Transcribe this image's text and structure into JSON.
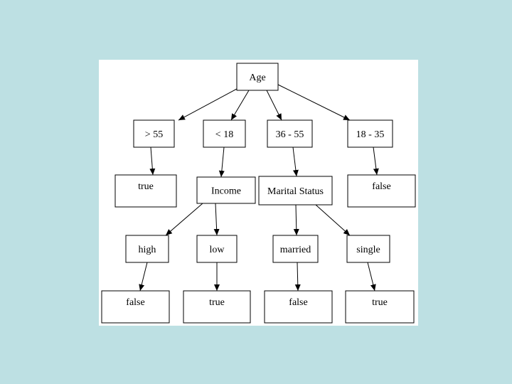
{
  "diagram": {
    "nodes": [
      {
        "id": "age",
        "label": "Age"
      },
      {
        "id": "gt55",
        "label": "> 55"
      },
      {
        "id": "lt18",
        "label": "< 18"
      },
      {
        "id": "r3655",
        "label": "36 - 55"
      },
      {
        "id": "r1835",
        "label": "18 - 35"
      },
      {
        "id": "true1",
        "label": "true"
      },
      {
        "id": "income",
        "label": "Income"
      },
      {
        "id": "marital",
        "label": "Marital Status"
      },
      {
        "id": "false1",
        "label": "false"
      },
      {
        "id": "high",
        "label": "high"
      },
      {
        "id": "low",
        "label": "low"
      },
      {
        "id": "married",
        "label": "married"
      },
      {
        "id": "single",
        "label": "single"
      },
      {
        "id": "false2",
        "label": "false"
      },
      {
        "id": "true2",
        "label": "true"
      },
      {
        "id": "false3",
        "label": "false"
      },
      {
        "id": "true3",
        "label": "true"
      }
    ],
    "edges": [
      {
        "from": "age",
        "to": "gt55"
      },
      {
        "from": "age",
        "to": "lt18"
      },
      {
        "from": "age",
        "to": "r3655"
      },
      {
        "from": "age",
        "to": "r1835"
      },
      {
        "from": "gt55",
        "to": "true1"
      },
      {
        "from": "lt18",
        "to": "income"
      },
      {
        "from": "r3655",
        "to": "marital"
      },
      {
        "from": "r1835",
        "to": "false1"
      },
      {
        "from": "income",
        "to": "high"
      },
      {
        "from": "income",
        "to": "low"
      },
      {
        "from": "marital",
        "to": "married"
      },
      {
        "from": "marital",
        "to": "single"
      },
      {
        "from": "high",
        "to": "false2"
      },
      {
        "from": "low",
        "to": "true2"
      },
      {
        "from": "married",
        "to": "false3"
      },
      {
        "from": "single",
        "to": "true3"
      }
    ]
  }
}
